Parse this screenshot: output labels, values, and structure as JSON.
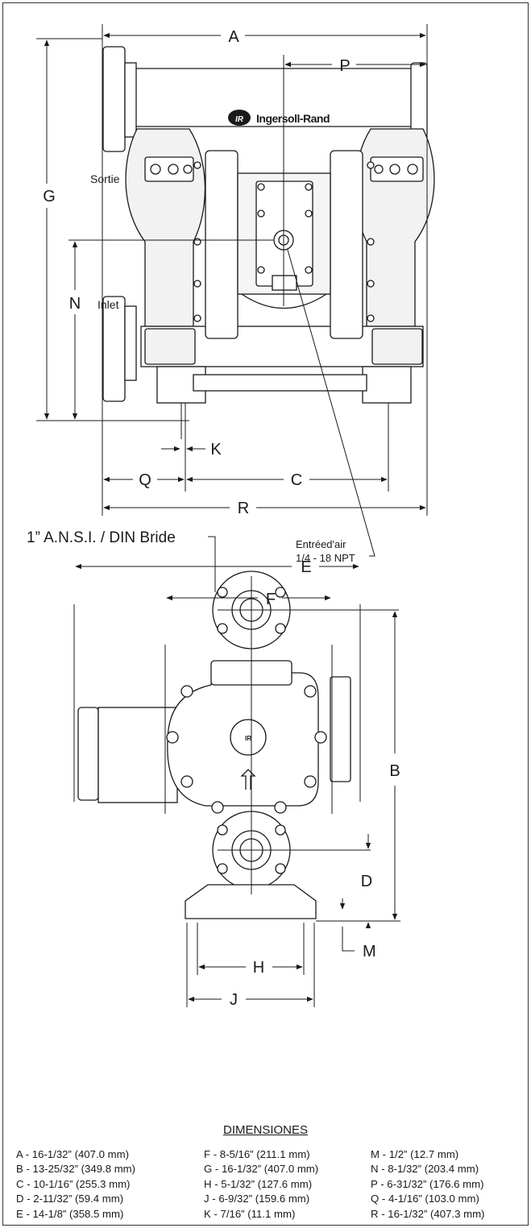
{
  "brand": "Ingersoll-Rand",
  "labels": {
    "A": "A",
    "B": "B",
    "C": "C",
    "D": "D",
    "E": "E",
    "F": "F",
    "G": "G",
    "H": "H",
    "J": "J",
    "K": "K",
    "M": "M",
    "N": "N",
    "P": "P",
    "Q": "Q",
    "R": "R"
  },
  "notes": {
    "sortie": "Sortie",
    "inlet": "Inlet",
    "air_inlet_line1": "Entréed'air",
    "air_inlet_line2": "1/4 - 18 NPT",
    "flange": "1” A.N.S.I. / DIN Bride"
  },
  "dimensions_title": "DIMENSIONES",
  "dimensions": {
    "col1": [
      "A -  16-1/32” (407.0 mm)",
      "B -  13-25/32” (349.8 mm)",
      "C -  10-1/16” (255.3 mm)",
      "D -  2-11/32” (59.4 mm)",
      "E -  14-1/8” (358.5 mm)"
    ],
    "col2": [
      "F -  8-5/16” (211.1 mm)",
      "G -  16-1/32” (407.0 mm)",
      "H -  5-1/32” (127.6 mm)",
      "J -  6-9/32” (159.6 mm)",
      "K -  7/16” (11.1 mm)"
    ],
    "col3": [
      "M -  1/2” (12.7 mm)",
      "N -  8-1/32” (203.4 mm)",
      "P -  6-31/32” (176.6 mm)",
      "Q -  4-1/16” (103.0 mm)",
      "R -  16-1/32” (407.3 mm)"
    ]
  }
}
